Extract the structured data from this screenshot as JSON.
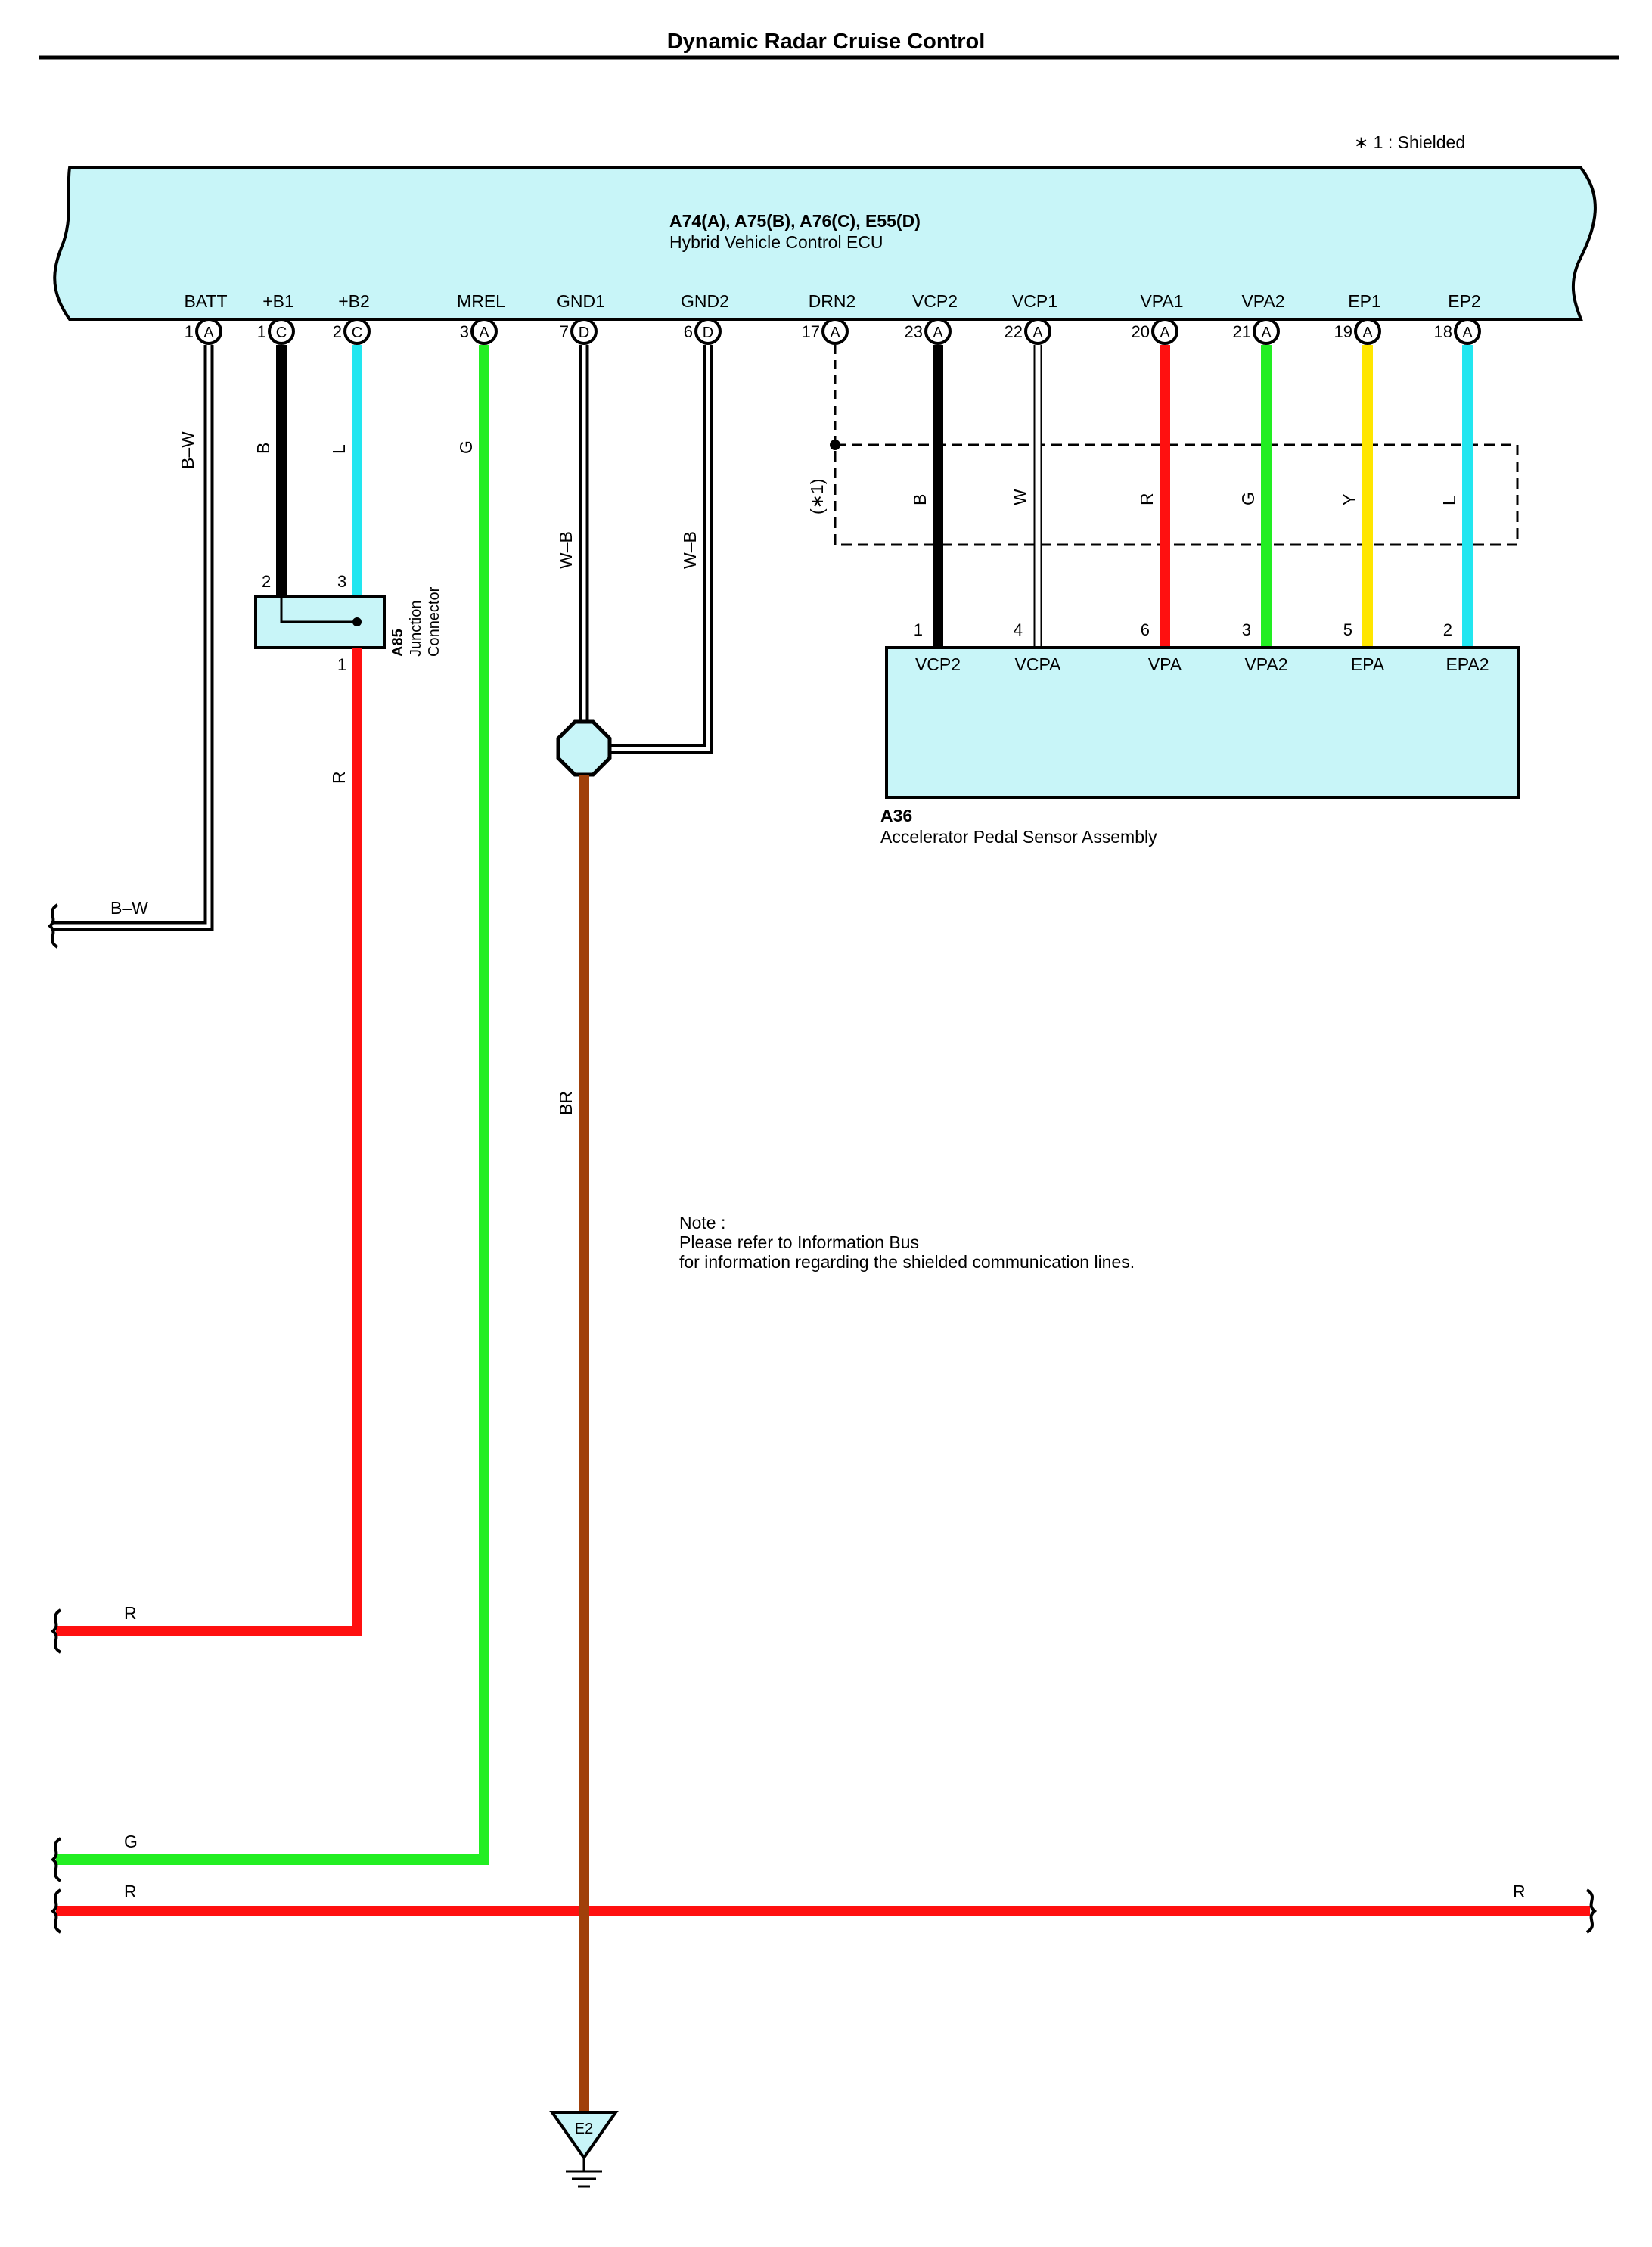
{
  "title": "Dynamic Radar Cruise Control",
  "legend": "∗ 1 : Shielded",
  "ecu": {
    "connectors": "A74(A), A75(B), A76(C), E55(D)",
    "name": "Hybrid Vehicle Control ECU",
    "terminals": [
      {
        "name": "BATT",
        "pin": "1",
        "conn": "A",
        "wire": "B–W",
        "color": "#000000"
      },
      {
        "name": "+B1",
        "pin": "1",
        "conn": "C",
        "wire": "B",
        "color": "#000000"
      },
      {
        "name": "+B2",
        "pin": "2",
        "conn": "C",
        "wire": "L",
        "color": "#22e6f0"
      },
      {
        "name": "MREL",
        "pin": "3",
        "conn": "A",
        "wire": "G",
        "color": "#22ee22"
      },
      {
        "name": "GND1",
        "pin": "7",
        "conn": "D",
        "wire": "W–B",
        "color": "#000000"
      },
      {
        "name": "GND2",
        "pin": "6",
        "conn": "D",
        "wire": "W–B",
        "color": "#000000"
      },
      {
        "name": "DRN2",
        "pin": "17",
        "conn": "A",
        "wire": "",
        "color": "#000000"
      },
      {
        "name": "VCP2",
        "pin": "23",
        "conn": "A",
        "wire": "B",
        "color": "#000000"
      },
      {
        "name": "VCP1",
        "pin": "22",
        "conn": "A",
        "wire": "W",
        "color": "#ffffff"
      },
      {
        "name": "VPA1",
        "pin": "20",
        "conn": "A",
        "wire": "R",
        "color": "#ff1010"
      },
      {
        "name": "VPA2",
        "pin": "21",
        "conn": "A",
        "wire": "G",
        "color": "#22ee22"
      },
      {
        "name": "EP1",
        "pin": "19",
        "conn": "A",
        "wire": "Y",
        "color": "#ffe600"
      },
      {
        "name": "EP2",
        "pin": "18",
        "conn": "A",
        "wire": "L",
        "color": "#22e6f0"
      }
    ]
  },
  "junction": {
    "code": "A85",
    "name_line1": "Junction",
    "name_line2": "Connector",
    "pin_in_b": "2",
    "pin_in_l": "3",
    "pin_out": "1"
  },
  "sensor": {
    "code": "A36",
    "name": "Accelerator Pedal Sensor Assembly",
    "terminals": [
      {
        "name": "VCP2",
        "pin": "1"
      },
      {
        "name": "VCPA",
        "pin": "4"
      },
      {
        "name": "VPA",
        "pin": "6"
      },
      {
        "name": "VPA2",
        "pin": "3"
      },
      {
        "name": "EPA",
        "pin": "5"
      },
      {
        "name": "EPA2",
        "pin": "2"
      }
    ]
  },
  "shield_label": "(∗1)",
  "ground": {
    "label": "E2",
    "wire": "BR",
    "color": "#a0400a"
  },
  "wire_colors": {
    "R": "#ff1010",
    "G": "#22ee22",
    "BR": "#a0400a",
    "ecu_fill": "#c8f5f8"
  },
  "exit_labels": {
    "bw": "B–W",
    "r1": "R",
    "g": "G",
    "r2_left": "R",
    "r2_right": "R"
  },
  "note": {
    "line1": "Note :",
    "line2": "Please refer to Information Bus",
    "line3": "for information regarding the shielded communication lines."
  }
}
